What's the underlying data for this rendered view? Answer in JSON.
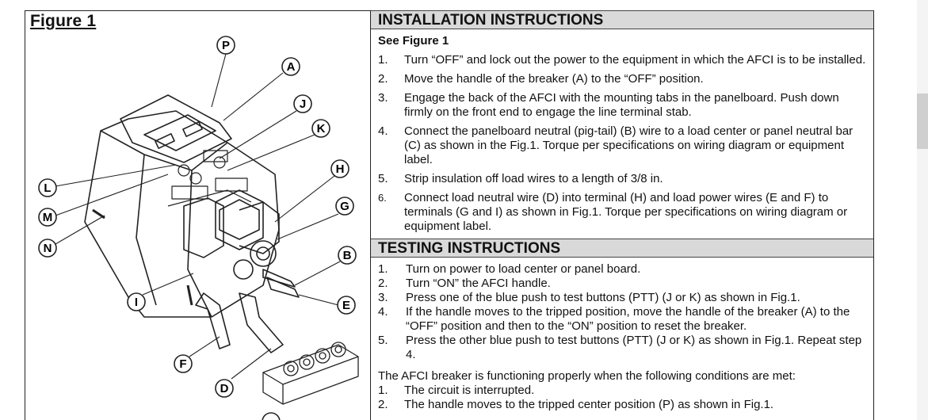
{
  "figure": {
    "title": "Figure 1",
    "callouts": [
      "P",
      "A",
      "J",
      "K",
      "H",
      "L",
      "G",
      "M",
      "N",
      "B",
      "E",
      "I",
      "F",
      "D"
    ]
  },
  "installation": {
    "header": "INSTALLATION INSTRUCTIONS",
    "see_figure": "See Figure 1",
    "steps": [
      {
        "num": "1.",
        "text": "Turn “OFF” and lock out the power to the equipment in which the AFCI is to be installed."
      },
      {
        "num": "2.",
        "text": "Move the handle of the breaker (A) to the “OFF” position."
      },
      {
        "num": "3.",
        "text": "Engage the back of the AFCI with the mounting tabs in the panelboard. Push down firmly on the front end to engage the line terminal stab."
      },
      {
        "num": "4.",
        "text": "Connect the panelboard neutral (pig-tail) (B) wire to a load center or panel neutral bar (C) as shown in the Fig.1. Torque per specifications on wiring diagram or equipment label."
      },
      {
        "num": "5.",
        "text": "Strip insulation off load wires to a length of 3/8 in."
      },
      {
        "num": "6.",
        "text": "Connect load neutral wire (D) into terminal (H) and load power wires (E and F) to terminals (G and I) as shown in Fig.1. Torque per specifications on wiring diagram or equipment label."
      }
    ]
  },
  "testing": {
    "header": "TESTING INSTRUCTIONS",
    "steps": [
      {
        "num": "1.",
        "text": "Turn on power to load center or panel board."
      },
      {
        "num": "2.",
        "text": "Turn “ON” the AFCI handle."
      },
      {
        "num": "3.",
        "text": "Press one of the blue push to test buttons (PTT) (J or K) as shown in Fig.1."
      },
      {
        "num": "4.",
        "text": "If the handle moves to the tripped position, move the handle of the breaker (A) to the “OFF” position and then to the “ON” position to reset the breaker."
      },
      {
        "num": "5.",
        "text": "Press the other blue push to test buttons (PTT) (J or K) as shown in Fig.1. Repeat step 4."
      }
    ],
    "conditions_intro": "The AFCI breaker is functioning properly when the following conditions are met:",
    "conditions": [
      {
        "num": "1.",
        "text": "The circuit is interrupted."
      },
      {
        "num": "2.",
        "text": "The handle moves to the tripped center position (P) as shown in Fig.1."
      }
    ]
  },
  "colors": {
    "header_bg": "#d9d9d9",
    "line": "#222222"
  }
}
